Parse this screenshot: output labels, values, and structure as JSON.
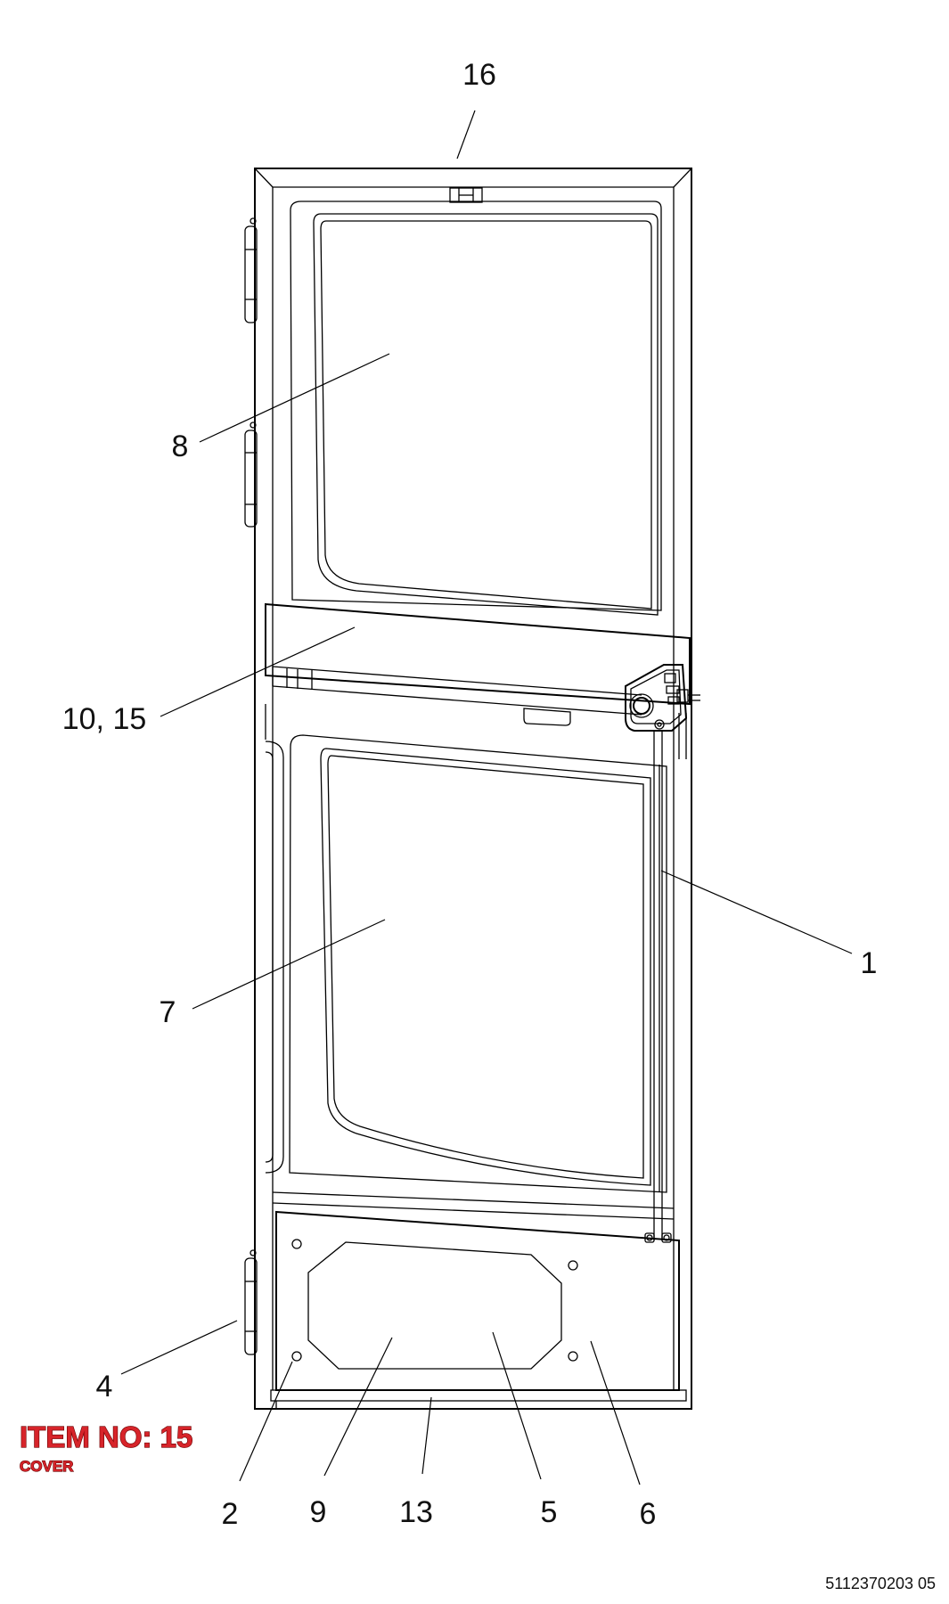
{
  "drawing_number": "5112370203 05",
  "item_stamp": {
    "title": "ITEM NO: 15",
    "subtitle": "COVER",
    "color": "#d7242a"
  },
  "callouts": [
    "16",
    "8",
    "10, 15",
    "1",
    "7",
    "4",
    "2",
    "9",
    "13",
    "5",
    "6"
  ]
}
